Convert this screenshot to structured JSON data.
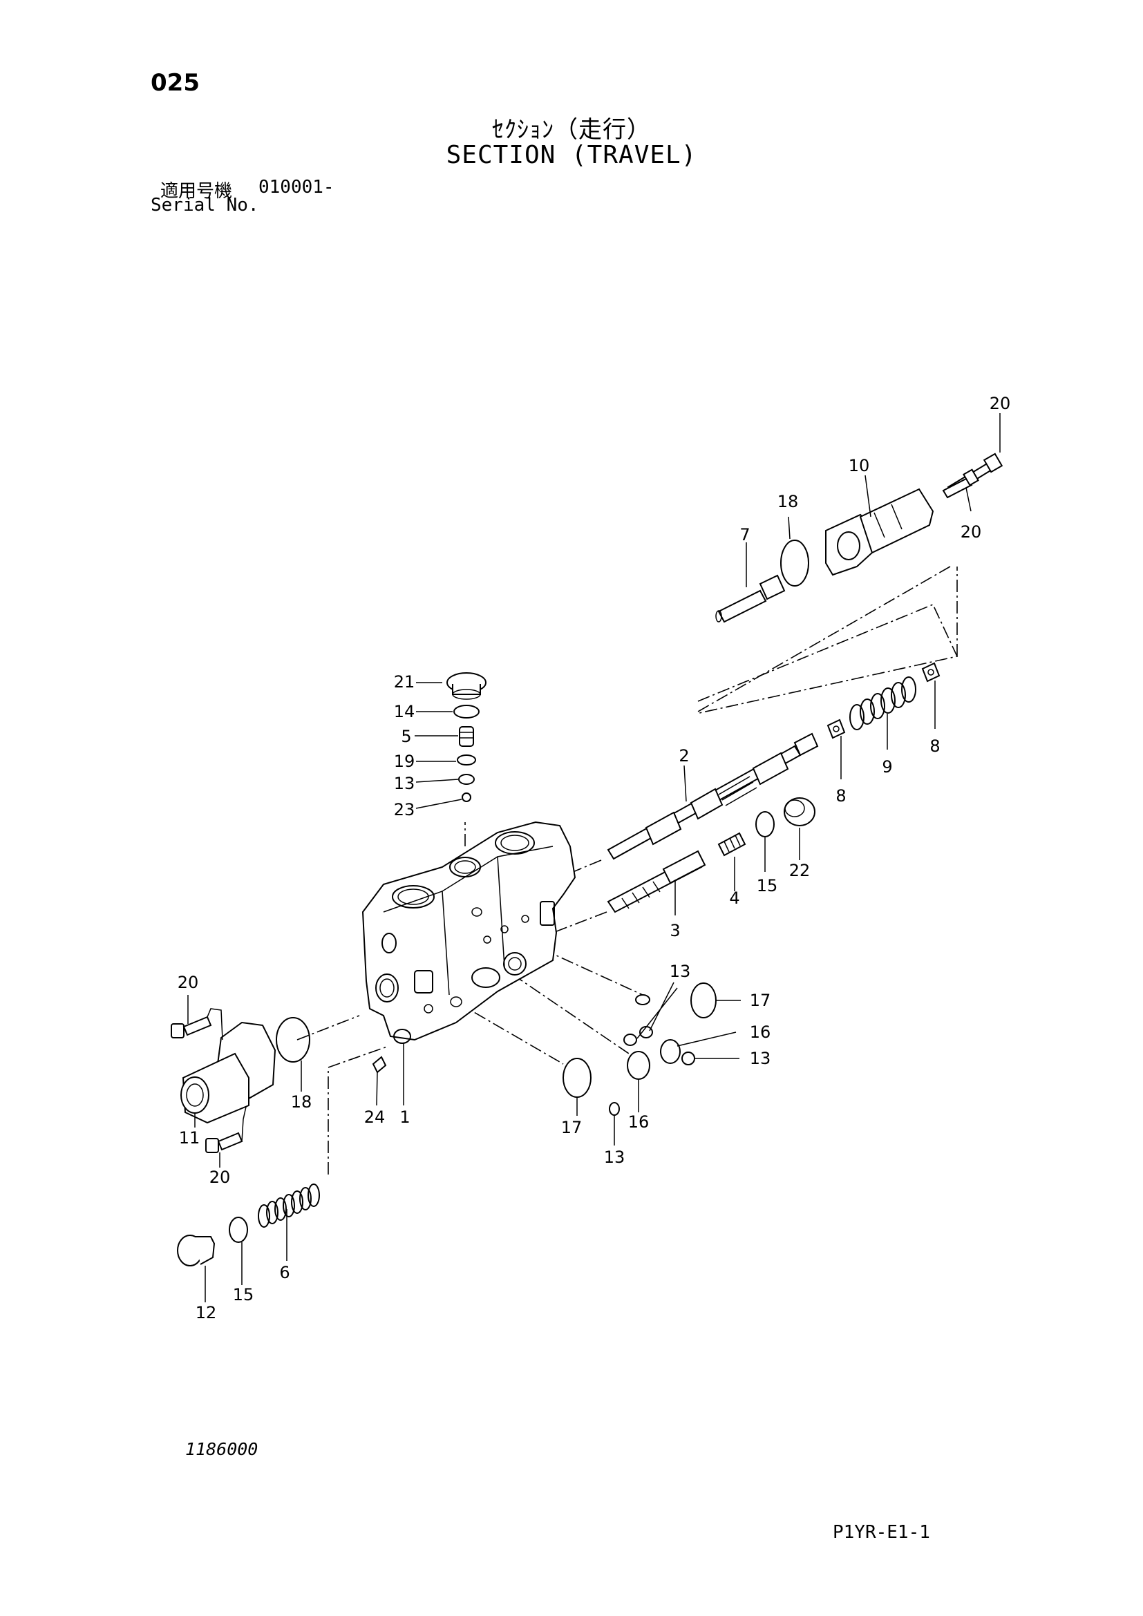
{
  "header": {
    "page_number": "025",
    "title_jp": "ｾｸｼｮﾝ（走行）",
    "title_en": "SECTION (TRAVEL)",
    "serial_label_jp": "適用号機",
    "serial_value": "010001-",
    "serial_label_en": "Serial No."
  },
  "footer": {
    "drawing_number": "1186000",
    "page_code": "P1YR-E1-1"
  },
  "callouts": {
    "c20a": "20",
    "c10": "10",
    "c20b": "20",
    "c18a": "18",
    "c7": "7",
    "c21": "21",
    "c14": "14",
    "c5": "5",
    "c19": "19",
    "c13a": "13",
    "c23": "23",
    "c2": "2",
    "c8a": "8",
    "c9": "9",
    "c8b": "8",
    "c22": "22",
    "c15a": "15",
    "c4": "4",
    "c3": "3",
    "c13b": "13",
    "c17a": "17",
    "c16a": "16",
    "c13c": "13",
    "c20c": "20",
    "c18b": "18",
    "c24": "24",
    "c1": "1",
    "c17b": "17",
    "c16b": "16",
    "c13d": "13",
    "c11": "11",
    "c20d": "20",
    "c6": "6",
    "c15b": "15",
    "c12": "12"
  }
}
